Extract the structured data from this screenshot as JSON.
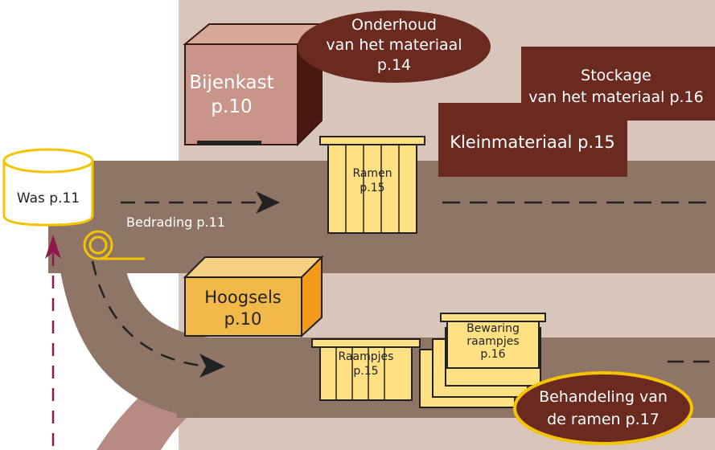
{
  "labels": {
    "bijenkast_line1": "Bijenkast",
    "bijenkast_line2": "p.10",
    "onderhoud_line1": "Onderhoud",
    "onderhoud_line2": "van het materiaal",
    "onderhoud_line3": "p.14",
    "stockage_line1": "Stockage",
    "stockage_line2": "van het materiaal p.16",
    "kleinmateriaal": "Kleinmateriaal p.15",
    "was": "Was p.11",
    "ramen_line1": "Ramen",
    "ramen_line2": "p.15",
    "bedrading": "Bedrading p.11",
    "hoogsels_line1": "Hoogsels",
    "hoogsels_line2": "p.10",
    "raampjes_line1": "Raampjes",
    "raampjes_line2": "p.15",
    "bewaring_line1": "Bewaring",
    "bewaring_line2": "raampjes",
    "bewaring_line3": "p.16",
    "behandeling_line1": "Behandeling van",
    "behandeling_line2": "de ramen p.17"
  },
  "colors": {
    "panel": "#d8c5bb",
    "road": "#8e7565",
    "dark_brown": "#6b2a20",
    "pink_road": "#b78a84",
    "crate_yellow": "#ffe082",
    "orange_box": "#f5a623",
    "magenta": "#8b1a4a"
  }
}
